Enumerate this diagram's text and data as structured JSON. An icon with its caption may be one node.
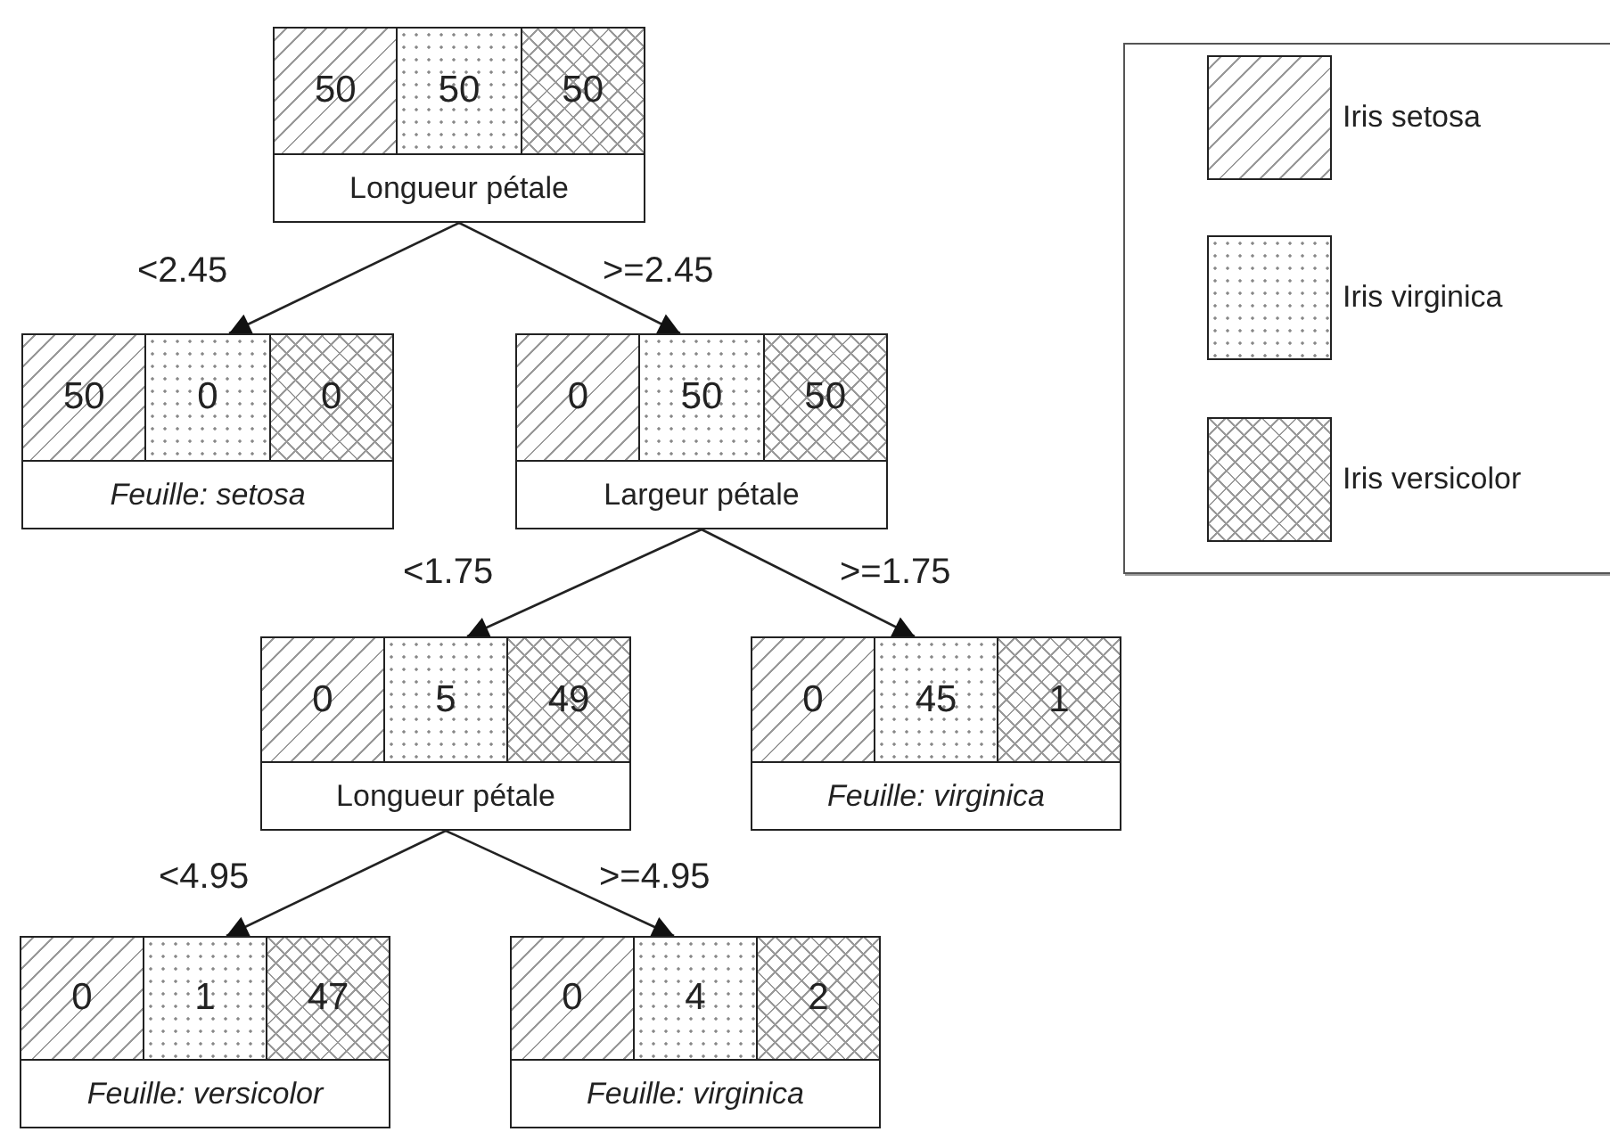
{
  "diagram": {
    "nodes": [
      {
        "text": [
          "50",
          "50",
          "50",
          "Longueur pétale"
        ]
      },
      {
        "text": [
          "50",
          "0",
          "0",
          "Feuille: setosa"
        ]
      },
      {
        "text": [
          "0",
          "50",
          "50",
          "Largeur pétale"
        ]
      },
      {
        "text": [
          "0",
          "5",
          "49",
          "Longueur pétale"
        ]
      },
      {
        "text": [
          "0",
          "45",
          "1",
          "Feuille: virginica"
        ]
      },
      {
        "text": [
          "0",
          "1",
          "47",
          "Feuille: versicolor"
        ]
      },
      {
        "text": [
          "0",
          "4",
          "2",
          "Feuille: virginica"
        ]
      }
    ],
    "edges": [
      {
        "from": 0,
        "to": 1,
        "arrow": "to",
        "label": "<2.45"
      },
      {
        "from": 0,
        "to": 2,
        "arrow": "to",
        "label": ">=2.45"
      },
      {
        "from": 2,
        "to": 3,
        "arrow": "to",
        "label": "<1.75"
      },
      {
        "from": 2,
        "to": 4,
        "arrow": "to",
        "label": ">=1.75"
      },
      {
        "from": 3,
        "to": 5,
        "arrow": "to",
        "label": "<4.95"
      },
      {
        "from": 3,
        "to": 6,
        "arrow": "to",
        "label": ">=4.95"
      }
    ],
    "legend": [
      {
        "text": "Iris setosa"
      },
      {
        "text": "Iris virginica"
      },
      {
        "text": "Iris versicolor"
      }
    ]
  }
}
